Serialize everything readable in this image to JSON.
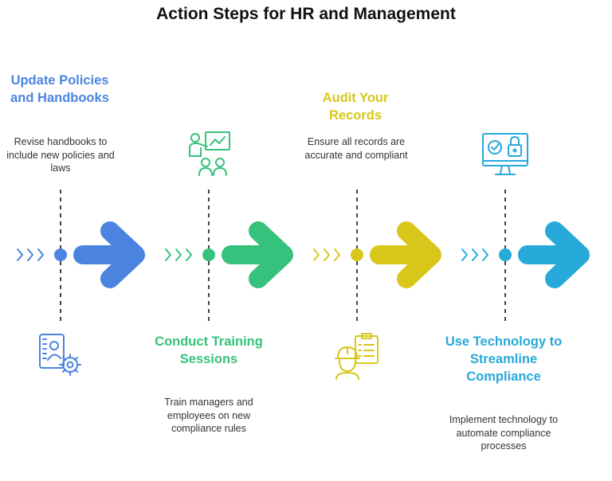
{
  "title": "Action Steps for HR and Management",
  "steps": [
    {
      "heading": "Update Policies and Handbooks",
      "description": "Revise handbooks to include new policies and laws",
      "color": "#4B84E0",
      "icon": "user-profile-settings-icon"
    },
    {
      "heading": "Conduct Training Sessions",
      "description": "Train managers and employees on new compliance rules",
      "color": "#36C27C",
      "icon": "trainer-presentation-icon"
    },
    {
      "heading": "Audit Your Records",
      "description": "Ensure all records are accurate and compliant",
      "color": "#D8C71A",
      "icon": "auditor-checklist-icon"
    },
    {
      "heading": "Use Technology to Streamline Compliance",
      "description": "Implement technology to automate compliance processes",
      "color": "#27A9DA",
      "icon": "monitor-lock-icon"
    }
  ]
}
